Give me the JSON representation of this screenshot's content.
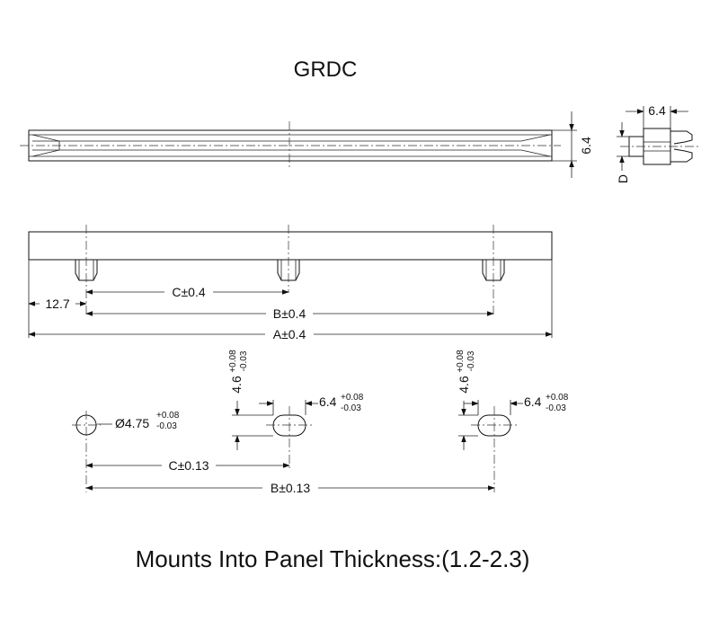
{
  "title": "GRDC",
  "footer": "Mounts Into Panel Thickness:(1.2-2.3)",
  "dims": {
    "end_width": "6.4",
    "end_d": "D",
    "height": "6.4",
    "edge": "12.7",
    "c": "C±0.4",
    "b": "B±0.4",
    "a": "A±0.4",
    "hole_c": "C±0.13",
    "hole_b": "B±0.13",
    "hole_dia": "Ø4.75",
    "hole_dia_plus": "+0.08",
    "hole_dia_minus": "-0.03",
    "slot1_h": "4.6",
    "slot1_h_plus": "+0.08",
    "slot1_h_minus": "-0.03",
    "slot1_w": "6.4",
    "slot1_w_plus": "+0.08",
    "slot1_w_minus": "-0.03",
    "slot2_h": "4.6",
    "slot2_h_plus": "+0.08",
    "slot2_h_minus": "-0.03",
    "slot2_w": "6.4",
    "slot2_w_plus": "+0.08",
    "slot2_w_minus": "-0.03"
  }
}
